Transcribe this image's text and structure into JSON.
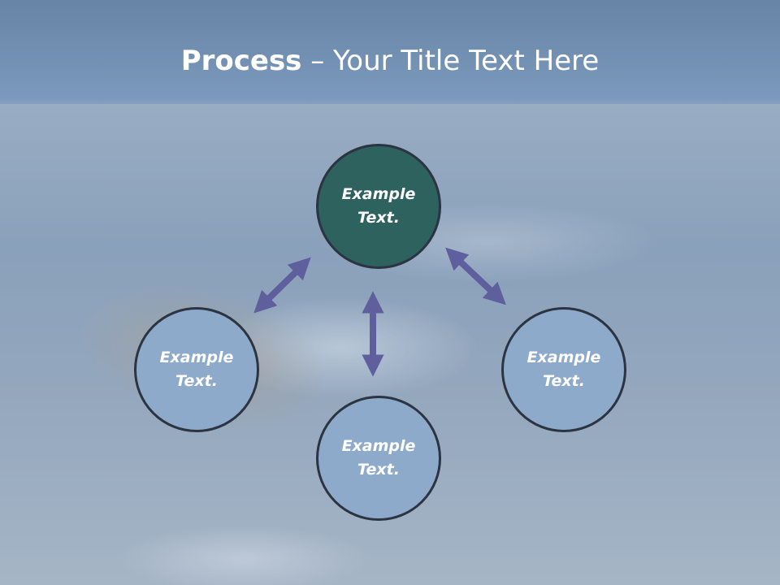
{
  "title": {
    "bold": "Process",
    "rest": " – Your Title Text Here"
  },
  "nodes": {
    "top": "Example Text.",
    "left": "Example Text.",
    "right": "Example Text.",
    "bottom": "Example Text."
  },
  "colors": {
    "center_fill": "#2d625f",
    "node_fill": "#8eaacb",
    "arrow": "#5e5f9c",
    "title_text": "#ffffff"
  }
}
